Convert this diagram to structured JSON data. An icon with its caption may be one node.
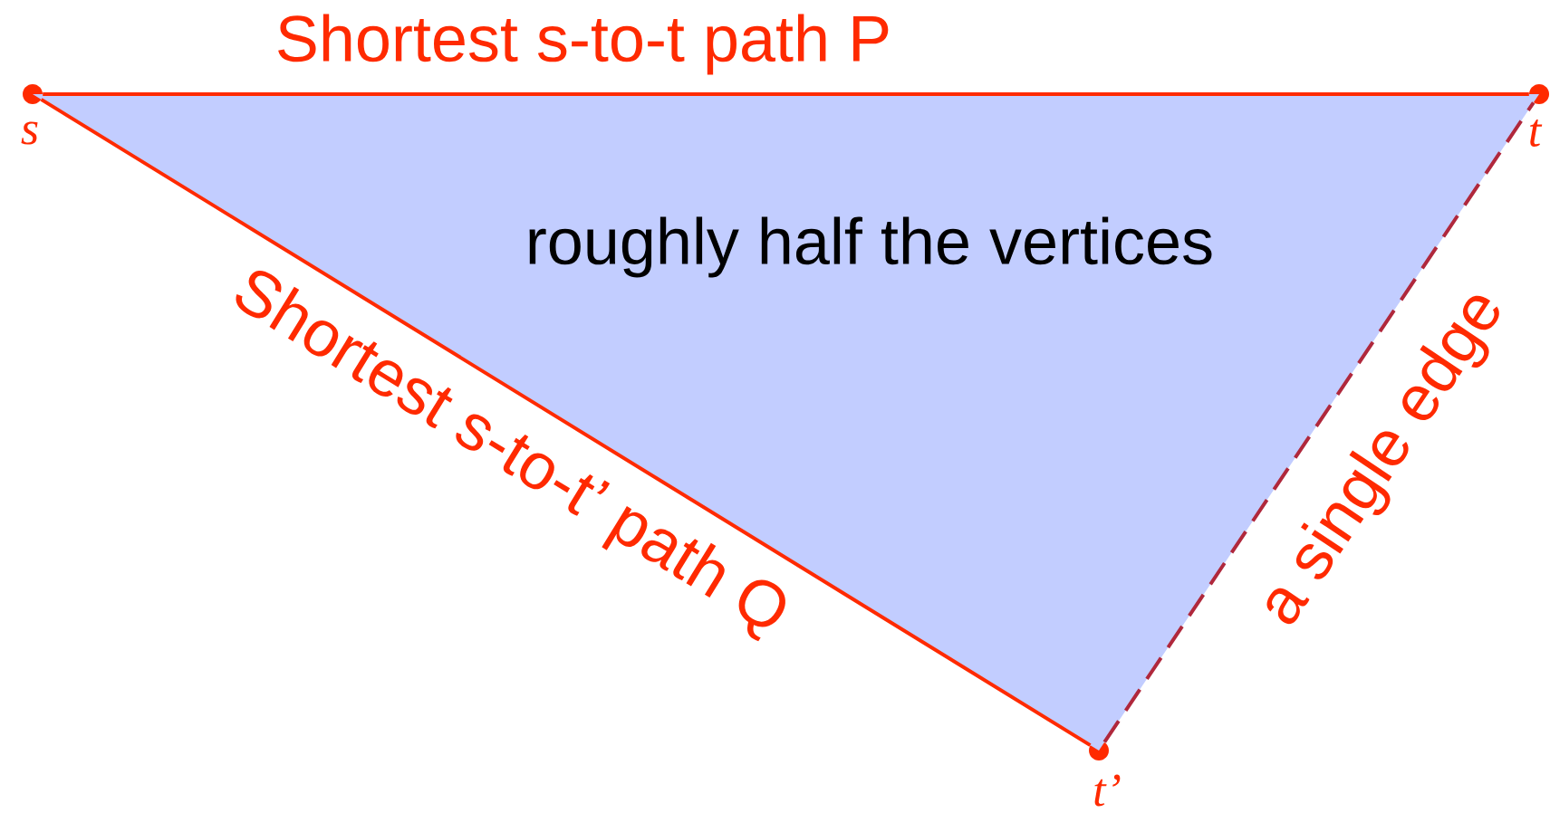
{
  "diagram": {
    "title": "Shortest s-to-t path P",
    "nodes": [
      {
        "text": [],
        "shape": "circle",
        "beside": [
          "s"
        ]
      },
      {
        "text": [],
        "shape": "circle",
        "beside": [
          "t"
        ]
      },
      {
        "text": [],
        "shape": "circle",
        "beside": [
          "t’"
        ]
      },
      {
        "text": [
          "roughly half the vertices"
        ]
      }
    ],
    "edges": [
      {
        "from": 0,
        "to": 1,
        "arrow": "none"
      },
      {
        "from": 0,
        "to": 2,
        "arrow": "none",
        "label": "Shortest s-to-t’ path Q"
      },
      {
        "from": 2,
        "to": 1,
        "arrow": "none",
        "label": "a single edge",
        "style": "dashed",
        "color": "#b0283c"
      }
    ]
  }
}
